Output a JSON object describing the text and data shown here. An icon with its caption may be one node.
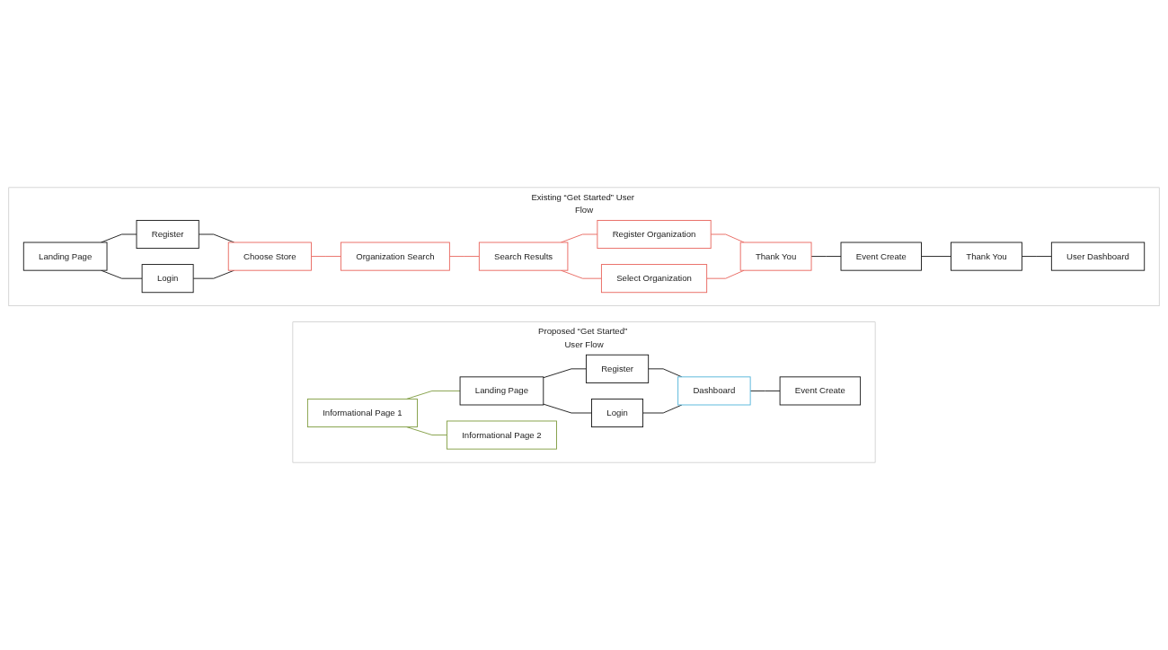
{
  "diagram": {
    "nodes": [
      {
        "text": [
          "Existing “Get Started” User Flow"
        ]
      },
      {
        "text": [
          "Landing Page"
        ],
        "in": 0
      },
      {
        "text": [
          "Register"
        ],
        "in": 0
      },
      {
        "text": [
          "Choose Store"
        ],
        "in": 0
      },
      {
        "text": [
          "Organization Search"
        ],
        "in": 0
      },
      {
        "text": [
          "Search Results"
        ],
        "in": 0
      },
      {
        "text": [
          "Register Organization"
        ],
        "in": 0
      },
      {
        "text": [
          "Thank You"
        ],
        "in": 0
      },
      {
        "text": [
          "Event Create"
        ],
        "in": 0
      },
      {
        "text": [
          "Thank You"
        ],
        "in": 0
      },
      {
        "text": [
          "User Dashboard"
        ],
        "in": 0
      },
      {
        "text": [
          "Login"
        ],
        "in": 0
      },
      {
        "text": [
          "Select Organization"
        ],
        "in": 0
      },
      {
        "text": [
          "Proposed “Get Started” User Flow"
        ]
      },
      {
        "text": [
          "Informational Page 1"
        ],
        "in": 13
      },
      {
        "text": [
          "Landing Page"
        ],
        "in": 13
      },
      {
        "text": [
          "Register"
        ],
        "in": 13
      },
      {
        "text": [
          "Dashboard"
        ],
        "in": 13
      },
      {
        "text": [
          "Event Create"
        ],
        "in": 13
      },
      {
        "text": [
          "Informational Page 2"
        ],
        "in": 13
      },
      {
        "text": [
          "Login"
        ],
        "in": 13
      }
    ],
    "edges": [
      {
        "from": 1,
        "to": 2,
        "arrow": "none"
      },
      {
        "from": 2,
        "to": 3,
        "arrow": "none"
      },
      {
        "from": 3,
        "to": 4,
        "arrow": "none",
        "color": "#e8625a"
      },
      {
        "from": 4,
        "to": 5,
        "arrow": "none",
        "color": "#e8625a"
      },
      {
        "from": 5,
        "to": 6,
        "arrow": "none",
        "color": "#e8625a"
      },
      {
        "from": 6,
        "to": 7,
        "arrow": "none",
        "color": "#e8625a"
      },
      {
        "from": 7,
        "to": 8,
        "arrow": "none"
      },
      {
        "from": 8,
        "to": 9,
        "arrow": "none"
      },
      {
        "from": 9,
        "to": 10,
        "arrow": "none"
      },
      {
        "from": 1,
        "to": 11,
        "arrow": "none"
      },
      {
        "from": 11,
        "to": 3,
        "arrow": "none"
      },
      {
        "from": 5,
        "to": 12,
        "arrow": "none",
        "color": "#e8625a"
      },
      {
        "from": 12,
        "to": 7,
        "arrow": "none",
        "color": "#e8625a"
      },
      {
        "from": 14,
        "to": 15,
        "arrow": "none",
        "color": "#7d9a3c"
      },
      {
        "from": 15,
        "to": 16,
        "arrow": "none"
      },
      {
        "from": 16,
        "to": 17,
        "arrow": "none"
      },
      {
        "from": 17,
        "to": 18,
        "arrow": "none"
      },
      {
        "from": 14,
        "to": 19,
        "arrow": "none",
        "color": "#7d9a3c"
      },
      {
        "from": 15,
        "to": 20,
        "arrow": "none"
      },
      {
        "from": 20,
        "to": 17,
        "arrow": "none"
      }
    ]
  }
}
